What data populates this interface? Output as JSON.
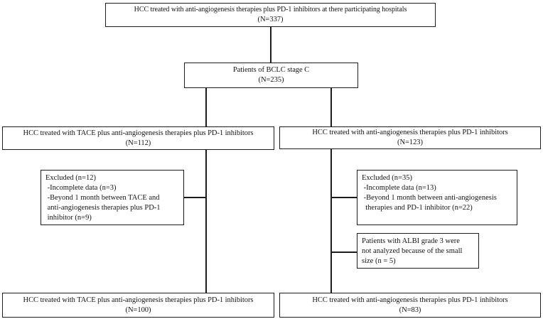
{
  "diagram": {
    "title": "Patient flow diagram: HCC treated with anti-angiogenesis therapies plus PD-1 inhibitors",
    "colors": {
      "background": "#ffffff",
      "box_border": "#1c1c1c",
      "connector_line": "#1c1c1c",
      "text": "#141414"
    },
    "boxes": {
      "enrollment": {
        "line1": "HCC treated  with  anti-angiogenesis therapies  plus PD-1 inhibitors at there participating hospitals",
        "line2": "(N=337)"
      },
      "bclc": {
        "line1": "Patients of BCLC stage C",
        "line2": "(N=235)"
      },
      "tace_branch": {
        "line1": "HCC treated with TACE plus anti-angiogenesis therapies plus PD-1 inhibitors",
        "line2": "(N=112)"
      },
      "anti_branch": {
        "line1": "HCC treated with anti-angiogenesis therapies plus PD-1 inhibitors",
        "line2": "(N=123)"
      },
      "tace_excluded": {
        "lines": [
          "Excluded (n=12)",
          " -Incomplete data (n=3)",
          " -Beyond 1 month between TACE and",
          " anti-angiogenesis therapies plus PD-1",
          " inhibitor (n=9)"
        ]
      },
      "anti_excluded": {
        "lines": [
          "Excluded (n=35)",
          " -Incomplete data (n=13)",
          " -Beyond 1 month between anti-angiogenesis",
          "  therapies and PD-1 inhibitor (n=22)"
        ]
      },
      "albi_note": {
        "lines": [
          "Patients with ALBI grade 3 were",
          "not analyzed because of the small",
          "size (n = 5)"
        ]
      },
      "tace_final": {
        "line1": "HCC treated with TACE plus anti-angiogenesis therapies plus PD-1 inhibitors",
        "line2": "(N=100)"
      },
      "anti_final": {
        "line1": "HCC treated with anti-angiogenesis therapies plus PD-1 inhibitors",
        "line2": "(N=83)"
      }
    }
  }
}
